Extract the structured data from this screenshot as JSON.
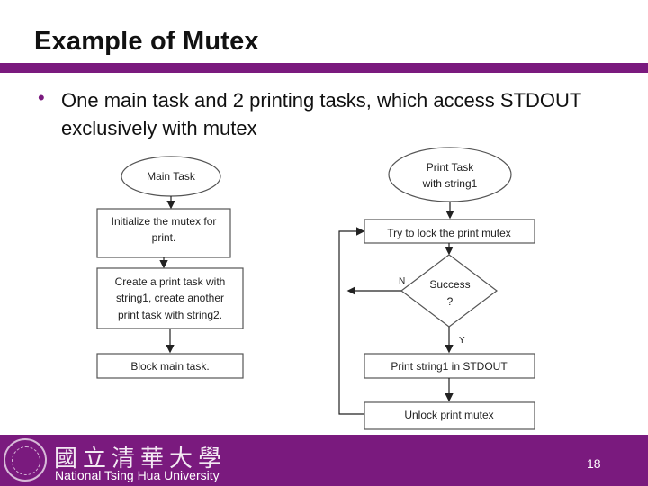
{
  "slide": {
    "title": "Example of Mutex",
    "bullet_marker": "•",
    "bullet": "One main task and 2 printing tasks, which access STDOUT exclusively with mutex",
    "page_number": "18"
  },
  "footer": {
    "logo_text": "國立清華大學",
    "university": "National Tsing Hua University"
  },
  "diagram": {
    "main_flow": {
      "start": "Main Task",
      "init": [
        "Initialize the mutex for",
        "print."
      ],
      "create": [
        "Create a print task with",
        "string1, create another",
        "print task with string2."
      ],
      "block": "Block main task."
    },
    "print_flow": {
      "start": [
        "Print Task",
        "with string1"
      ],
      "lock": "Try to lock the print mutex",
      "decision": [
        "Success",
        "?"
      ],
      "no_label": "N",
      "yes_label": "Y",
      "print": "Print string1 in STDOUT",
      "unlock": "Unlock print mutex"
    }
  }
}
